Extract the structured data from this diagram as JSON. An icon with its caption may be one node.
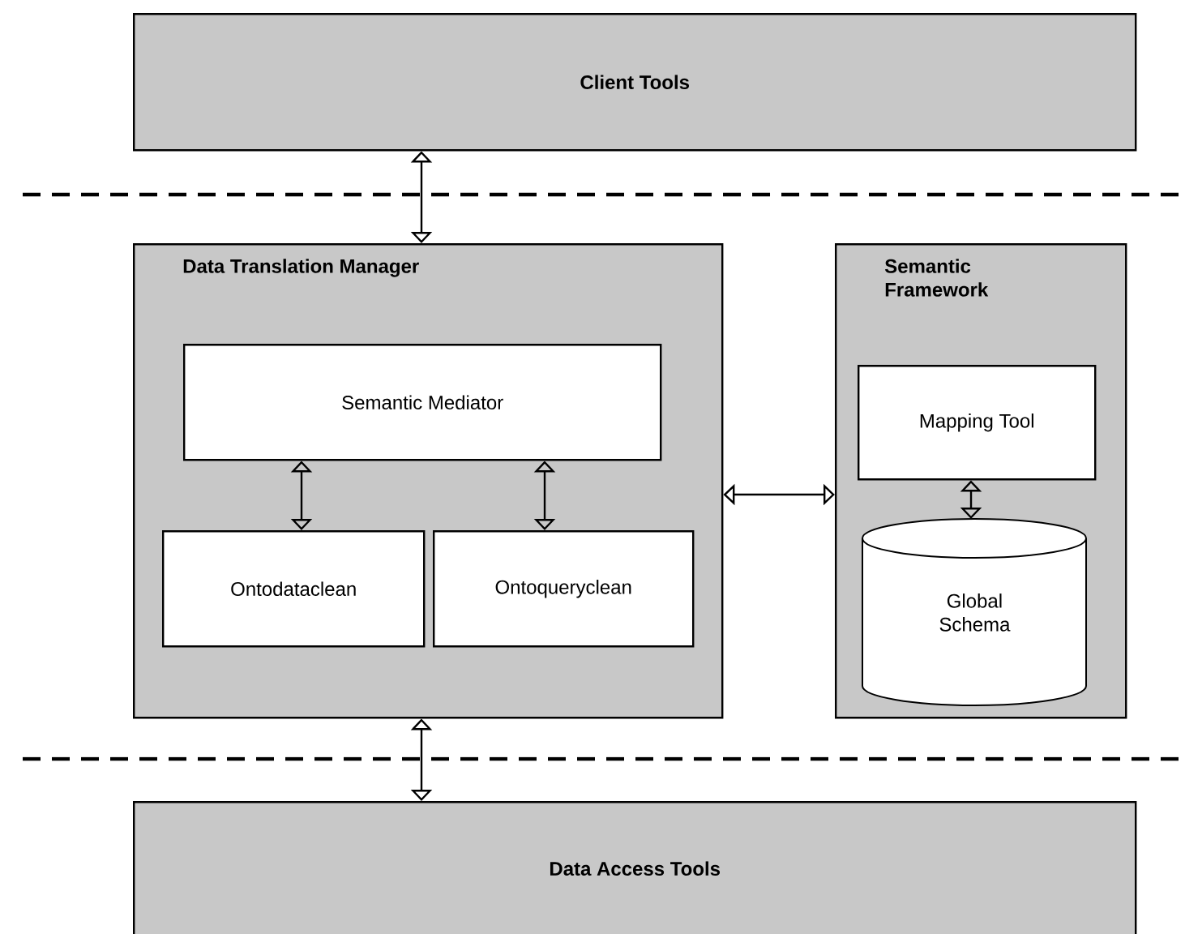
{
  "diagram": {
    "nodes": [
      {
        "text": [
          "Client Tools"
        ]
      },
      {
        "text": [
          "Data Translation Manager"
        ]
      },
      {
        "text": [
          "Semantic Mediator"
        ],
        "in": 1
      },
      {
        "text": [
          "Ontodataclean"
        ],
        "in": 1
      },
      {
        "text": [
          "Ontoqueryclean"
        ],
        "in": 1
      },
      {
        "text": [
          "Semantic Framework"
        ]
      },
      {
        "text": [
          "Mapping Tool"
        ],
        "in": 5
      },
      {
        "text": [
          "Global Schema"
        ],
        "in": 5
      },
      {
        "text": [
          "Data Access Tools"
        ]
      }
    ],
    "edges": [
      {
        "from": 0,
        "to": 1,
        "arrow": "both"
      },
      {
        "from": 2,
        "to": 3,
        "arrow": "both"
      },
      {
        "from": 2,
        "to": 4,
        "arrow": "both"
      },
      {
        "from": 1,
        "to": 5,
        "arrow": "both"
      },
      {
        "from": 6,
        "to": 7,
        "arrow": "both"
      },
      {
        "from": 1,
        "to": 8,
        "arrow": "both"
      }
    ]
  }
}
